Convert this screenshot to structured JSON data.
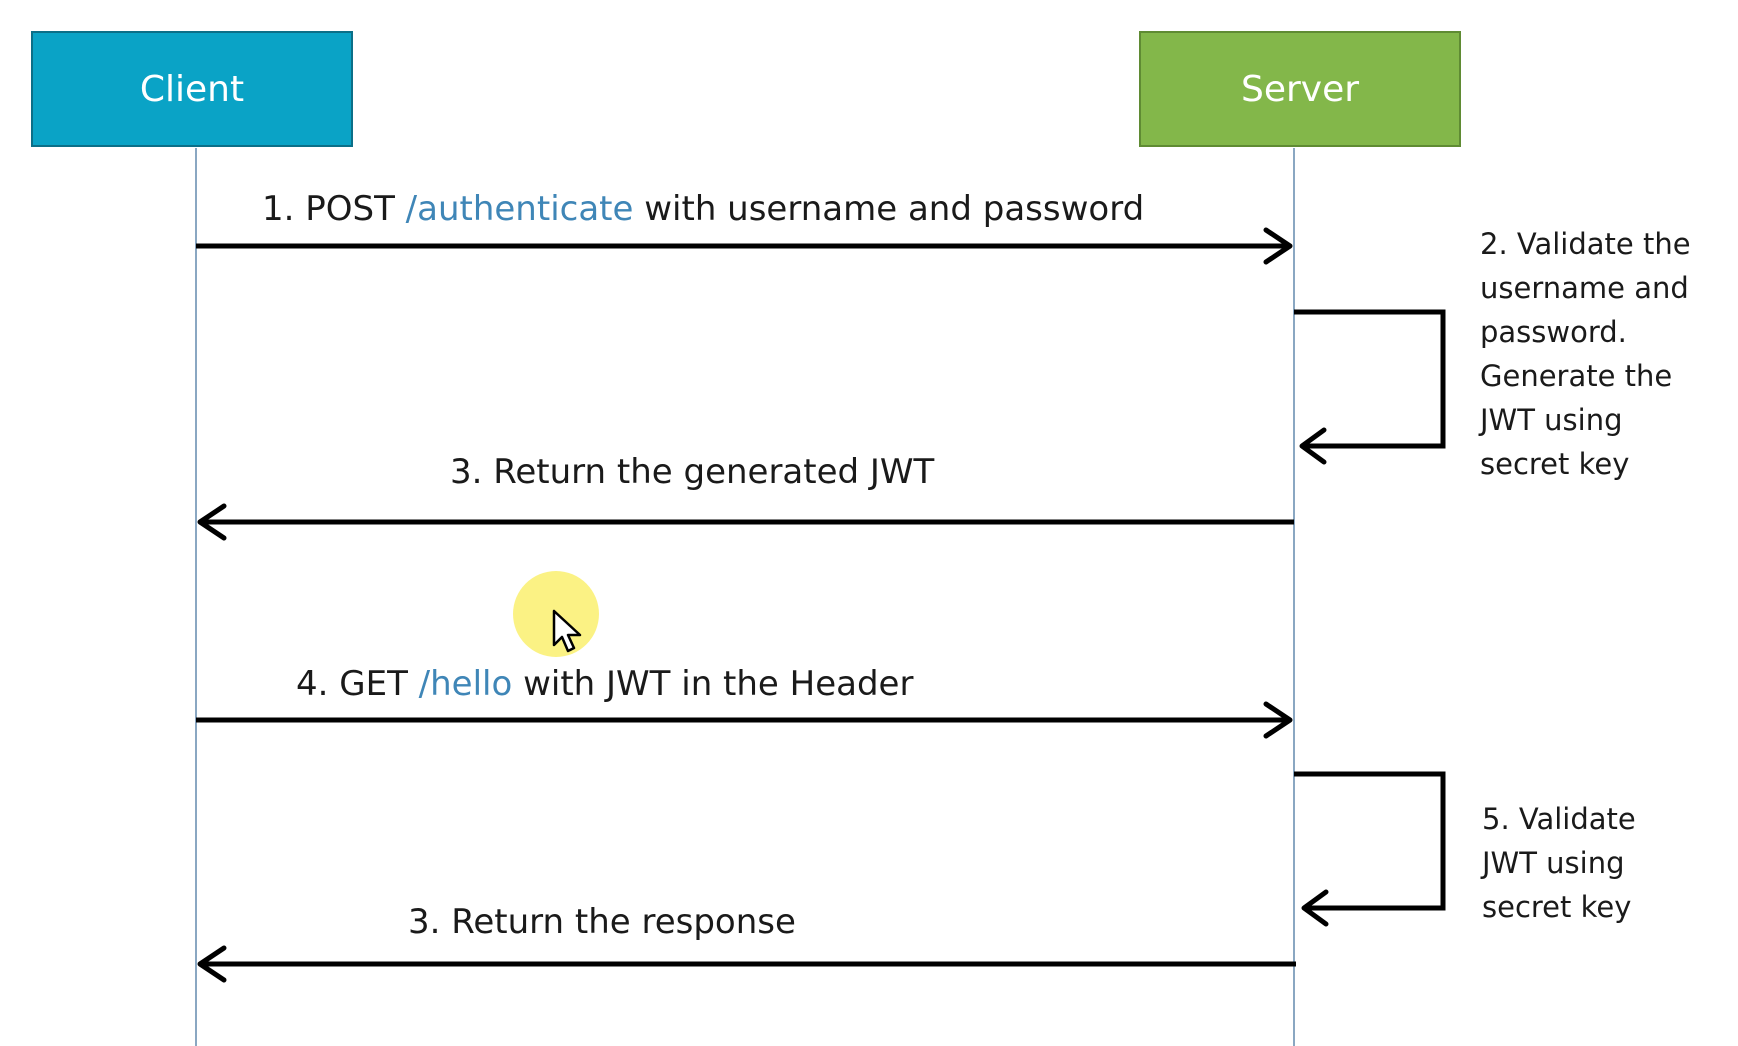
{
  "actors": {
    "client": "Client",
    "server": "Server"
  },
  "messages": {
    "m1": {
      "prefix": "1. POST ",
      "path": "/authenticate",
      "suffix": " with username and password"
    },
    "m3": {
      "text": "3. Return the generated JWT"
    },
    "m4": {
      "prefix": "4.  GET ",
      "path": "/hello",
      "suffix": " with JWT in the Header"
    },
    "m6": {
      "text": "3. Return the response"
    }
  },
  "notes": {
    "n2": [
      "2. Validate the",
      "username and",
      "password.",
      "Generate the",
      "JWT using",
      "secret key"
    ],
    "n5": [
      "5. Validate",
      "JWT using",
      "secret key"
    ]
  },
  "colors": {
    "client": "#0aa3c6",
    "server": "#83b74a",
    "path_highlight": "#3f86b7"
  }
}
